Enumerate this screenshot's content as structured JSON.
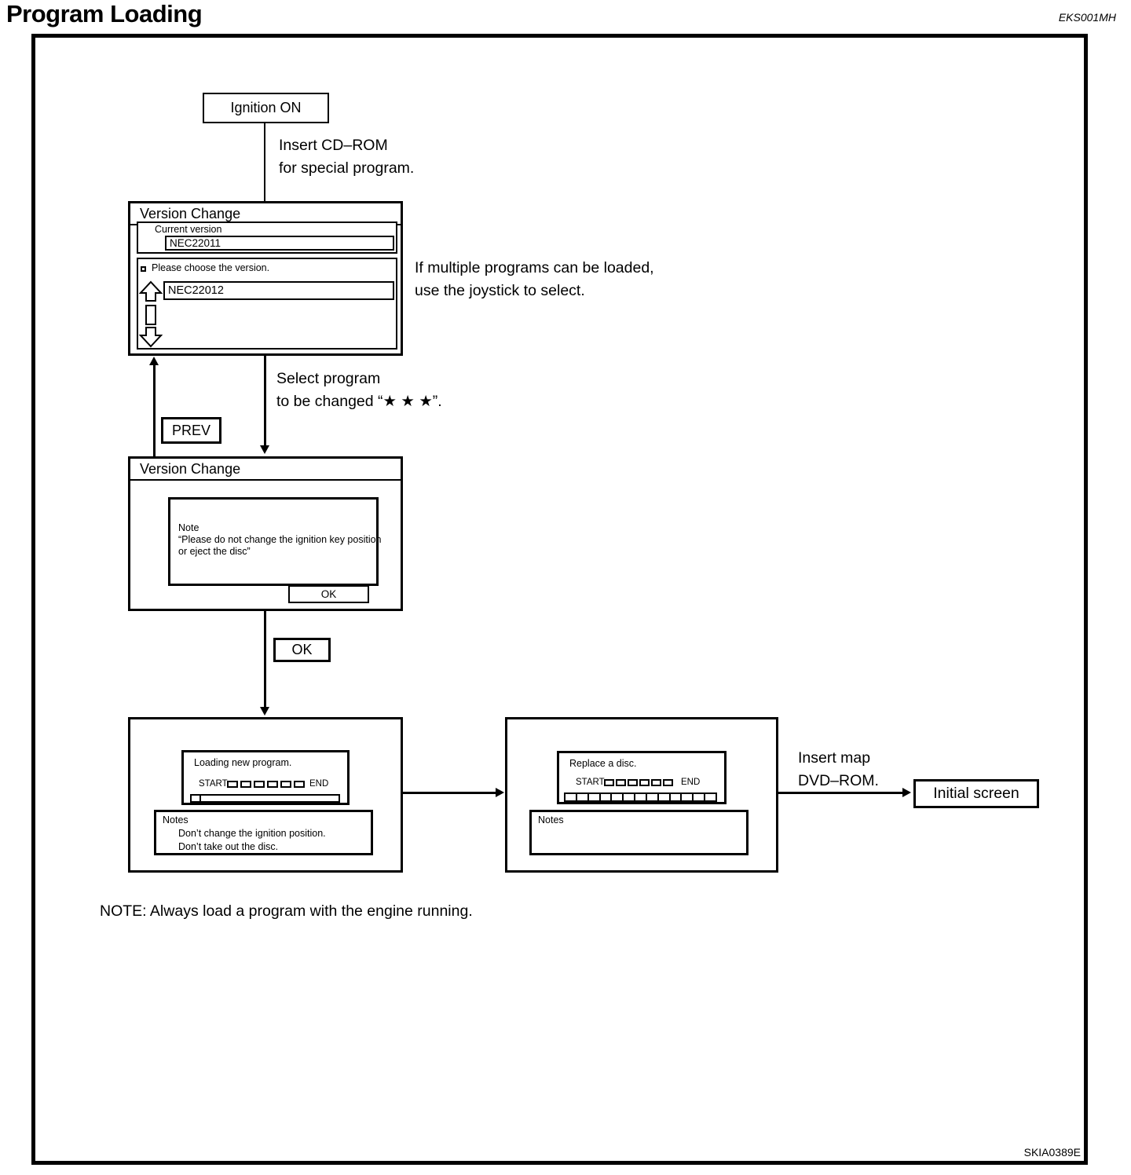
{
  "page": {
    "title": "Program Loading",
    "doc_code": "EKS001MH",
    "figure_code": "SKIA0389E",
    "footnote": "NOTE: Always load a program with the engine running."
  },
  "flow": {
    "ignition_on": "Ignition ON",
    "insert_cdrom": [
      "Insert CD–ROM",
      "for special program."
    ],
    "multiple_programs": [
      "If multiple programs can be loaded,",
      "use the joystick to select."
    ],
    "select_program": [
      "Select program",
      "to be changed “★ ★ ★”."
    ],
    "prev_label": "PREV",
    "ok_label": "OK",
    "insert_map": [
      "Insert map",
      "DVD–ROM."
    ],
    "initial_screen": "Initial screen"
  },
  "screen1": {
    "title": "Version Change",
    "current_version_label": "Current version",
    "current_version_value": "NEC22011",
    "choose_prompt": "Please choose the version.",
    "choose_value": "NEC22012"
  },
  "screen2": {
    "title": "Version Change",
    "note_lines": [
      "Note",
      "“Please do not change the ignition key position",
      "or eject the disc”"
    ],
    "ok_label": "OK"
  },
  "screen3": {
    "message": "Loading new program.",
    "start_label": "START",
    "end_label": "END",
    "notes_title": "Notes",
    "notes_lines": [
      "Don’t change the ignition position.",
      "Don’t take out the disc."
    ]
  },
  "screen4": {
    "message": "Replace a disc.",
    "start_label": "START",
    "end_label": "END",
    "notes_title": "Notes"
  }
}
